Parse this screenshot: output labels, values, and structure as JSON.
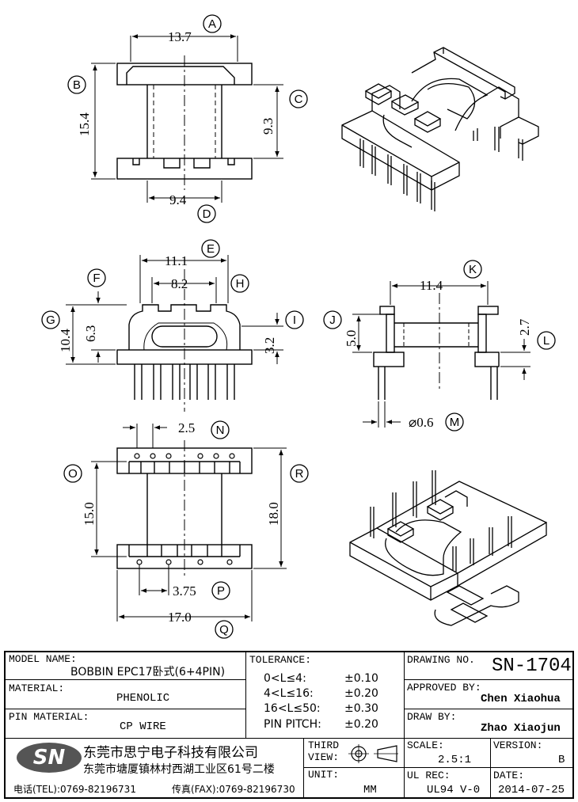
{
  "dimensions": {
    "a": "13.7",
    "b": "15.4",
    "c": "9.3",
    "d": "9.4",
    "e": "11.1",
    "f": "8.2",
    "g": "10.4",
    "g2": "6.3",
    "i": "3.2",
    "k": "11.4",
    "j": "5.0",
    "l": "2.7",
    "m": "⌀0.6",
    "n": "2.5",
    "o": "15.0",
    "r": "18.0",
    "p": "3.75",
    "q": "17.0"
  },
  "callouts": [
    "A",
    "B",
    "C",
    "D",
    "E",
    "F",
    "G",
    "H",
    "I",
    "J",
    "K",
    "L",
    "M",
    "N",
    "O",
    "P",
    "Q",
    "R"
  ],
  "title_block": {
    "model_name_label": "MODEL NAME:",
    "model_name": "BOBBIN EPC17卧式(6+4PIN)",
    "material_label": "MATERIAL:",
    "material": "PHENOLIC",
    "pin_material_label": "PIN MATERIAL:",
    "pin_material": "CP WIRE",
    "tolerance_label": "TOLERANCE:",
    "tolerances": [
      {
        "range": "0<L≤4:",
        "value": "±0.10"
      },
      {
        "range": "4<L≤16:",
        "value": "±0.20"
      },
      {
        "range": "16<L≤50:",
        "value": "±0.30"
      },
      {
        "range": "PIN PITCH:",
        "value": "±0.20"
      }
    ],
    "drawing_no_label": "DRAWING NO.",
    "drawing_no": "SN-1704",
    "approved_by_label": "APPROVED BY:",
    "approved_by": "Chen Xiaohua",
    "draw_by_label": "DRAW BY:",
    "draw_by": "Zhao Xiaojun",
    "company_cn": "东莞市思宁电子科技有限公司",
    "address_cn": "东莞市塘厦镇林村西湖工业区61号二楼",
    "tel": "电话(TEL):0769-82196731",
    "fax": "传真(FAX):0769-82196730",
    "logo": "SN",
    "third_view_label": "THIRD VIEW:",
    "scale_label": "SCALE:",
    "scale": "2.5:1",
    "version_label": "VERSION:",
    "version": "B",
    "unit_label": "UNIT:",
    "unit": "MM",
    "ul_rec_label": "UL REC:",
    "ul_rec": "UL94 V-0",
    "date_label": "DATE:",
    "date": "2014-07-25"
  }
}
